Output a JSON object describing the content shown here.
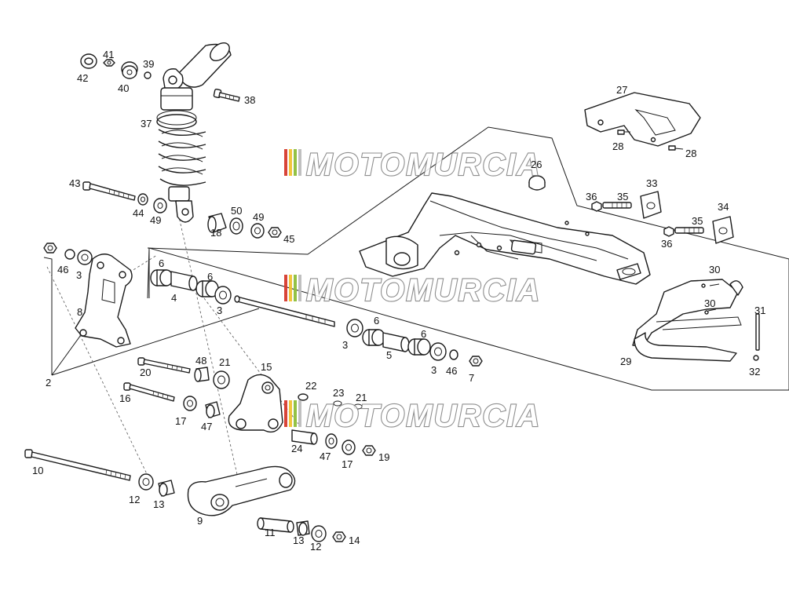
{
  "watermark": {
    "text": "MOTOMURCIA",
    "stripe_colors": [
      "#d63a2e",
      "#f2c233",
      "#8fbf3b"
    ]
  },
  "callouts": {
    "c42": "42",
    "c41": "41",
    "c40": "40",
    "c39": "39",
    "c38": "38",
    "c37": "37",
    "c43": "43",
    "c44": "44",
    "c49a": "49",
    "c18": "18",
    "c50": "50",
    "c49b": "49",
    "c45": "45",
    "c27": "27",
    "c28a": "28",
    "c28b": "28",
    "c26": "26",
    "c36a": "36",
    "c35a": "35",
    "c33": "33",
    "c35b": "35",
    "c36b": "36",
    "c34": "34",
    "c46a": "46",
    "c3a": "3",
    "c8": "8",
    "c2": "2",
    "c6a": "6",
    "c4": "4",
    "c6b": "6",
    "c3b": "3",
    "c3c": "3",
    "c6c": "6",
    "c5": "5",
    "c6d": "6",
    "c3d": "3",
    "c46b": "46",
    "c7": "7",
    "c30a": "30",
    "c30b": "30",
    "c31": "31",
    "c29": "29",
    "c32": "32",
    "c20": "20",
    "c48": "48",
    "c21a": "21",
    "c15": "15",
    "c16": "16",
    "c17a": "17",
    "c47a": "47",
    "c22": "22",
    "c23": "23",
    "c21b": "21",
    "c24": "24",
    "c47b": "47",
    "c17b": "17",
    "c19": "19",
    "c10": "10",
    "c12a": "12",
    "c13a": "13",
    "c9": "9",
    "c11": "11",
    "c13b": "13",
    "c12b": "12",
    "c14": "14"
  }
}
